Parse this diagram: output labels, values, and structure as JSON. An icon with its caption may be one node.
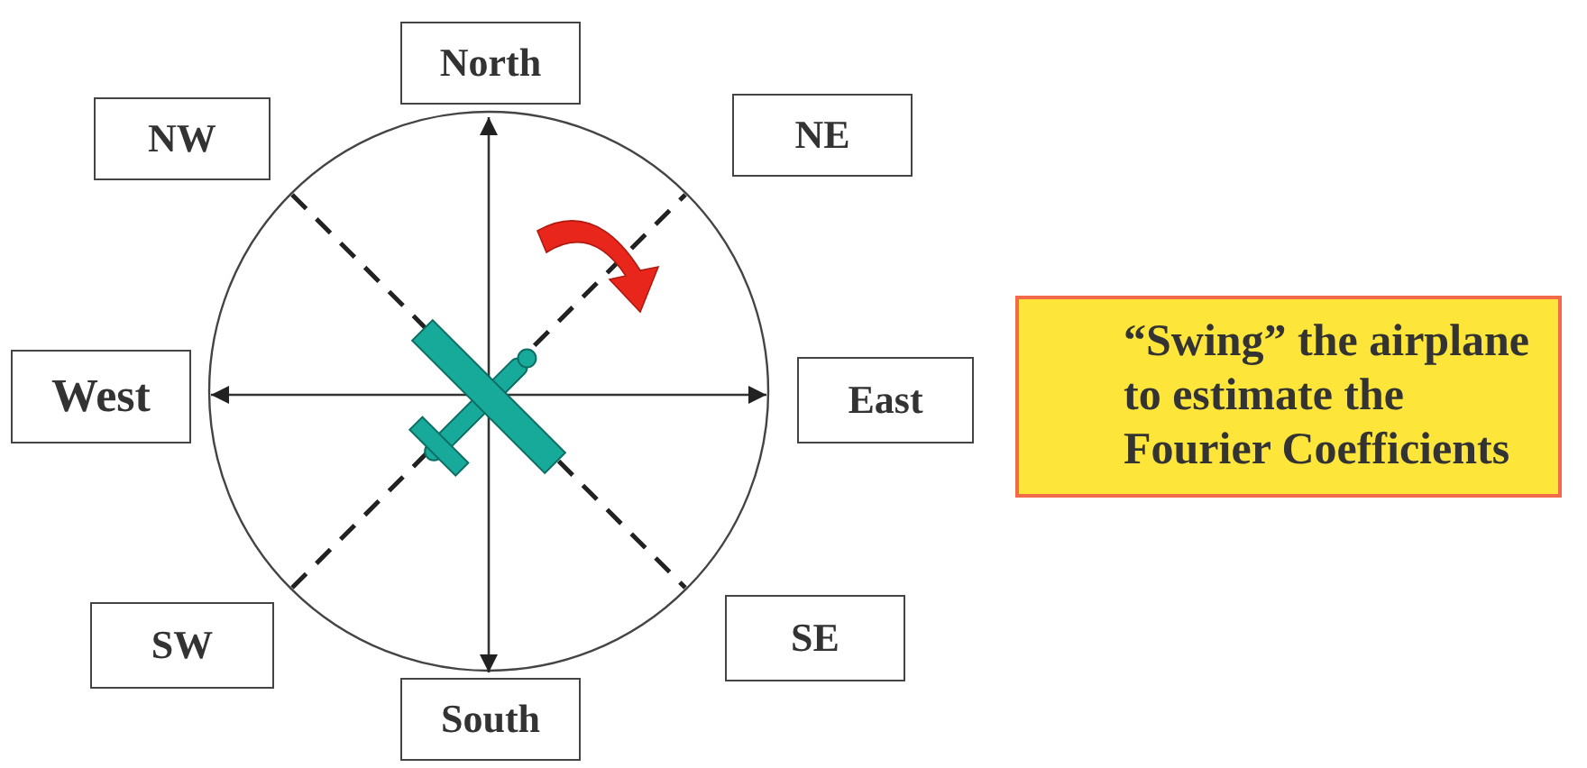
{
  "diagram": {
    "nodes": [
      {
        "text": [
          "North"
        ]
      },
      {
        "text": [
          "NW"
        ]
      },
      {
        "text": [
          "NE"
        ]
      },
      {
        "text": [
          "West"
        ]
      },
      {
        "text": [
          "East"
        ]
      },
      {
        "text": [
          "SW"
        ]
      },
      {
        "text": [
          "SE"
        ]
      },
      {
        "text": [
          "South"
        ]
      },
      {
        "text": [
          "“Swing” the airplane to estimate the Fourier Coefficients"
        ]
      }
    ],
    "edges": [
      {
        "from": 7,
        "to": 0,
        "arrow": "both"
      },
      {
        "from": 3,
        "to": 4,
        "arrow": "both"
      }
    ]
  }
}
